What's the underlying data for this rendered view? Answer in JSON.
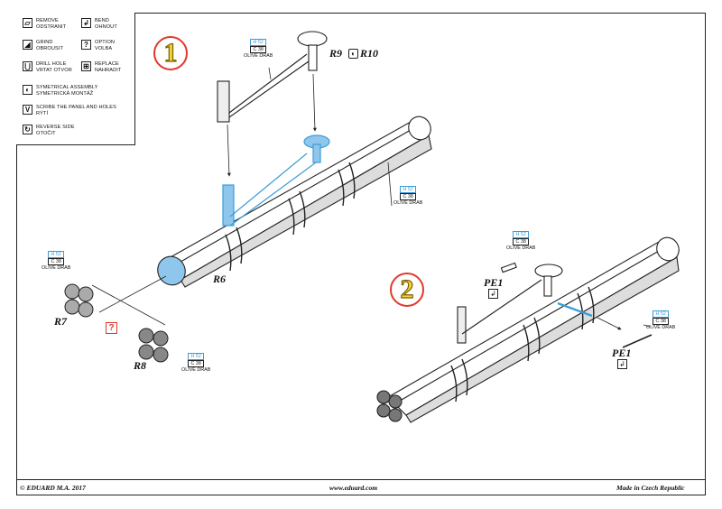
{
  "legend": {
    "items": [
      {
        "icon": "eraser-icon",
        "glyph": "▱",
        "line1": "REMOVE",
        "line2": "ODSTRANIT"
      },
      {
        "icon": "bend-icon",
        "glyph": "↲",
        "line1": "BEND",
        "line2": "OHNOUT"
      },
      {
        "icon": "grind-icon",
        "glyph": "◢",
        "line1": "GRIND",
        "line2": "OBROUSIT"
      },
      {
        "icon": "option-icon",
        "glyph": "?",
        "line1": "OPTION",
        "line2": "VOLBA"
      },
      {
        "icon": "drill-icon",
        "glyph": "⋃",
        "line1": "DRILL HOLE",
        "line2": "VRTAT OTVOR"
      },
      {
        "icon": "replace-icon",
        "glyph": "⊞",
        "line1": "REPLACE",
        "line2": "NAHRADIT"
      },
      {
        "icon": "symmetric-icon",
        "glyph": "◐",
        "line1": "SYMETRICAL ASSEMBLY",
        "line2": "SYMETRICKÁ MONTÁŽ"
      },
      {
        "icon": "scribe-icon",
        "glyph": "V",
        "line1": "SCRIBE THE PANEL AND HOLES",
        "line2": "RÝTÍ"
      },
      {
        "icon": "reverse-icon",
        "glyph": "↻",
        "line1": "REVERSE SIDE",
        "line2": "OTOČIT"
      }
    ]
  },
  "steps": {
    "step1": "1",
    "step2": "2"
  },
  "parts": {
    "r6": "R6",
    "r7": "R7",
    "r8": "R8",
    "r9": "R9",
    "r10": "R10",
    "pe1_a": "PE1",
    "pe1_b": "PE1"
  },
  "color_tag": {
    "code1": "H 52",
    "code2": "C 38",
    "name": "OLIVE DRAB"
  },
  "option_mark": "?",
  "footer": {
    "left": "© EDUARD  M.A. 2017",
    "center": "www.eduard.com",
    "right": "Made in Czech Republic"
  },
  "colors": {
    "highlight": "#8fc6ec",
    "step_ring": "#e0392b",
    "step_fill": "#f3d23a",
    "tag_blue": "#3a9ed8"
  }
}
